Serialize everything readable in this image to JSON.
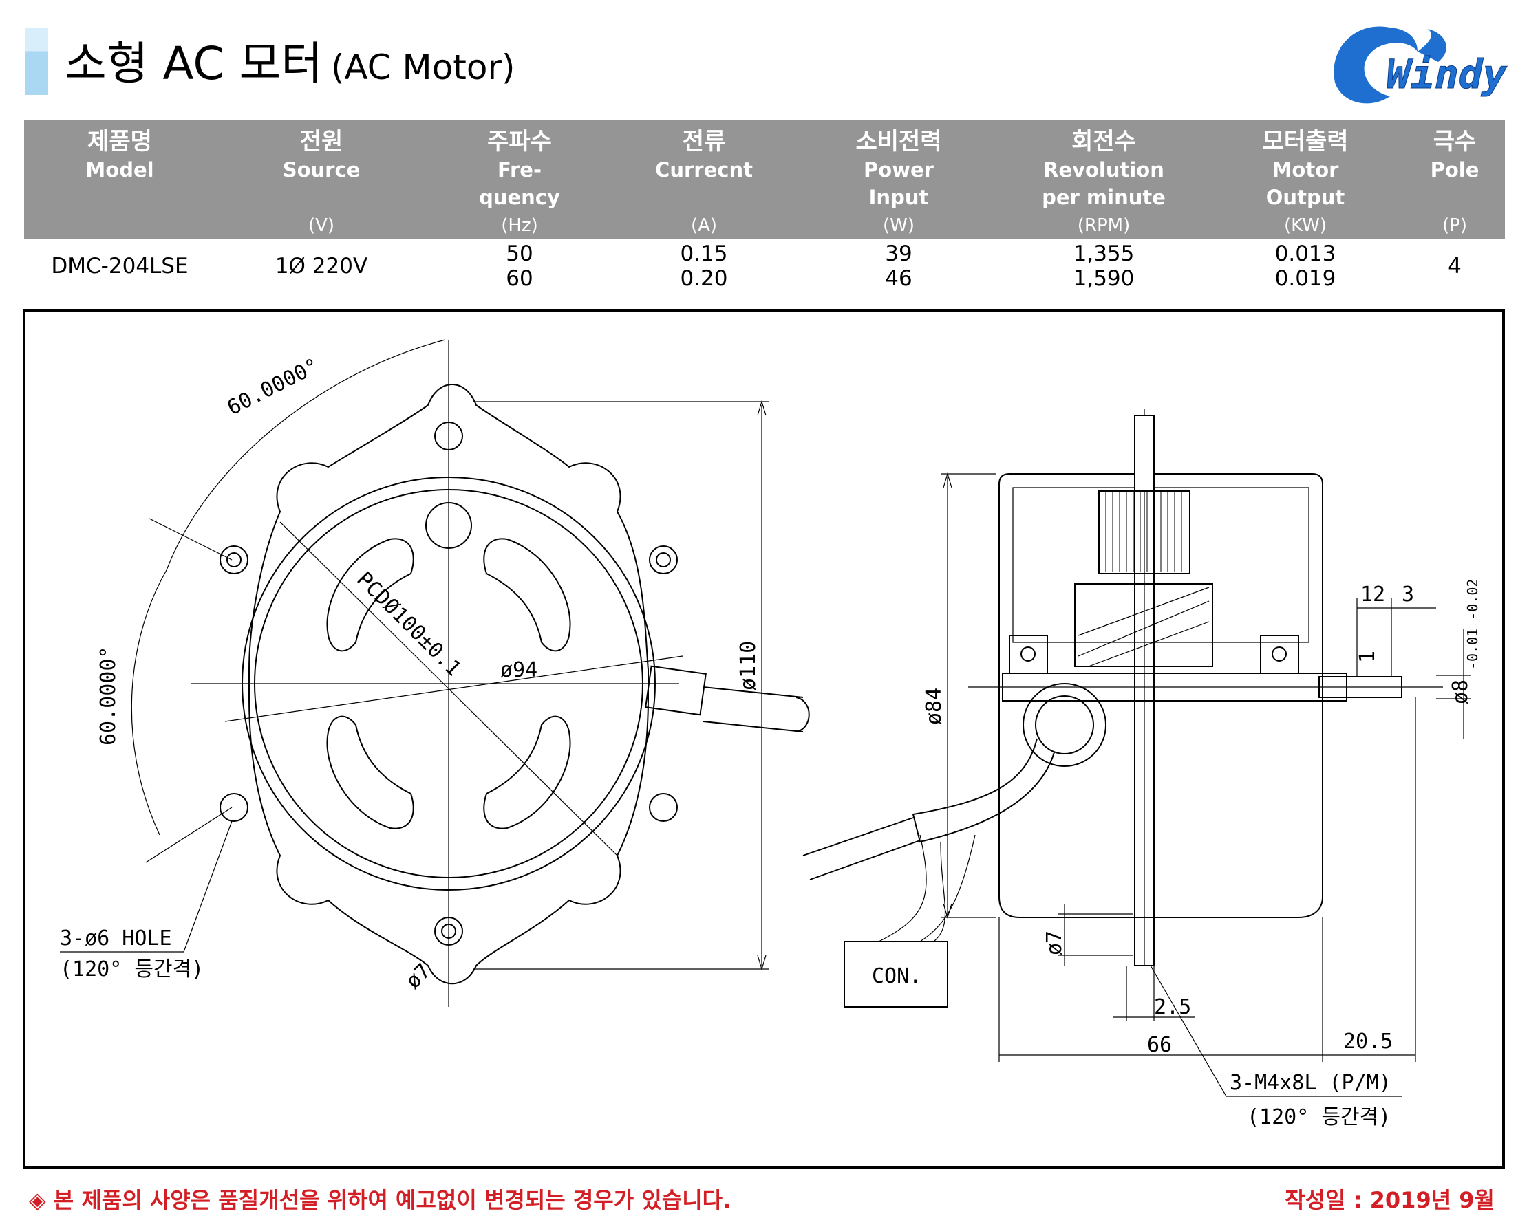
{
  "header": {
    "title_main": "소형 AC 모터",
    "title_sub": "(AC Motor)",
    "logo_text": "Windy"
  },
  "table": {
    "columns": [
      {
        "ko": "제품명",
        "en": "Model",
        "unit": ""
      },
      {
        "ko": "전원",
        "en": "Source",
        "unit": "(V)"
      },
      {
        "ko": "주파수",
        "en": "Fre-\nquency",
        "unit": "(Hz)"
      },
      {
        "ko": "전류",
        "en": "Currecnt",
        "unit": "(A)"
      },
      {
        "ko": "소비전력",
        "en": "Power\nInput",
        "unit": "(W)"
      },
      {
        "ko": "회전수",
        "en": "Revolution\nper minute",
        "unit": "(RPM)"
      },
      {
        "ko": "모터출력",
        "en": "Motor\nOutput",
        "unit": "(KW)"
      },
      {
        "ko": "극수",
        "en": "Pole",
        "unit": "(P)"
      }
    ],
    "row": {
      "model": "DMC-204LSE",
      "source": "1Ø 220V",
      "frequency": [
        "50",
        "60"
      ],
      "current": [
        "0.15",
        "0.20"
      ],
      "power": [
        "39",
        "46"
      ],
      "rpm": [
        "1,355",
        "1,590"
      ],
      "output": [
        "0.013",
        "0.019"
      ],
      "pole": "4"
    }
  },
  "drawing": {
    "angle_top": "60.0000°",
    "angle_left": "60.0000°",
    "pcd": "PCDØ100±0.1",
    "d94": "ø94",
    "d110": "ø110",
    "d7_front": "ø7",
    "hole_note": "3-ø6 HOLE",
    "hole_pitch": "(120° 등간격)",
    "d84": "ø84",
    "d12": "12",
    "d3": "3",
    "d1": "1",
    "tol": "-0.01\n-0.02",
    "d8": "ø8",
    "d7_side": "ø7",
    "d2_5": "2.5",
    "d66": "66",
    "d20_5": "20.5",
    "con": "CON.",
    "screw_note": "3-M4x8L (P/M)",
    "screw_pitch": "(120° 등간격)"
  },
  "footer": {
    "notice": "◈ 본 제품의 사양은 품질개선을 위하여 예고없이 변경되는 경우가 있습니다.",
    "date": "작성일 : 2019년 9월"
  },
  "colors": {
    "header_bg": "#959595",
    "accent_light": "#d8eefa",
    "accent_dark": "#aad7f2",
    "logo_blue": "#1f6fd1",
    "notice_red": "#d21e24"
  }
}
